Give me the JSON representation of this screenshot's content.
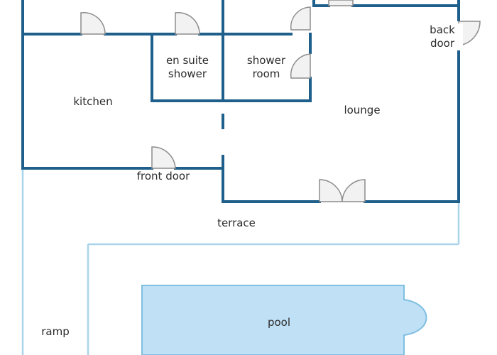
{
  "plan": {
    "rooms": {
      "kitchen": "kitchen",
      "en_suite_line1": "en suite",
      "en_suite_line2": "shower",
      "shower_room_line1": "shower",
      "shower_room_line2": "room",
      "lounge": "lounge",
      "back_door_line1": "back",
      "back_door_line2": "door",
      "front_door": "front door",
      "terrace": "terrace",
      "pool": "pool",
      "ramp": "ramp"
    },
    "colors": {
      "wall": "#1f5f8b",
      "door_fill": "#f2f2f2",
      "door_stroke": "#8c8c8c",
      "terrace_edge": "#a9d4ea",
      "pool_fill": "#bfe0f5",
      "pool_stroke": "#7fbfe3",
      "text": "#2b2b2b"
    }
  }
}
